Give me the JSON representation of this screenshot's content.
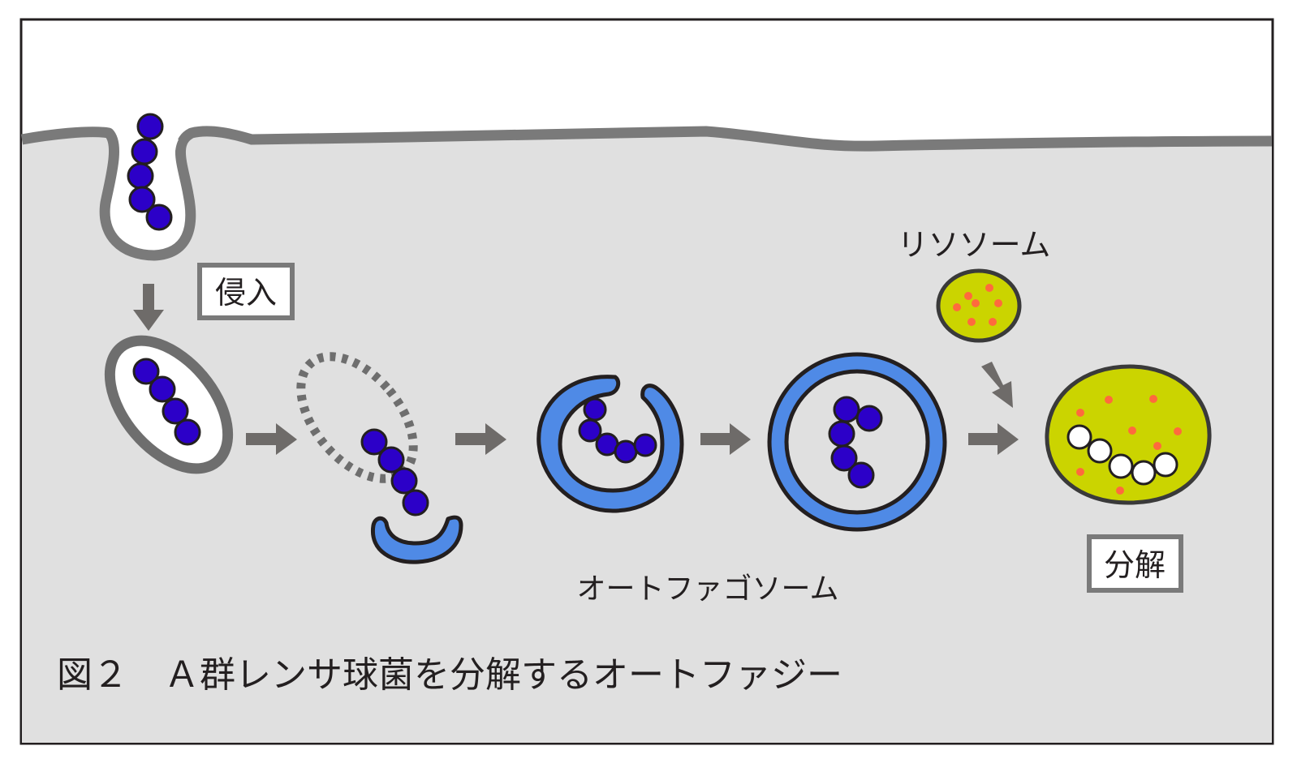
{
  "labels": {
    "invasion": "侵入",
    "lysosome": "リソソーム",
    "autophagosome": "オートファゴソーム",
    "degradation": "分解"
  },
  "caption": "図２　Ａ群レンサ球菌を分解するオートファジー",
  "colors": {
    "cytoplasm": "#e0e0e0",
    "membrane": "#7a7a7a",
    "bacteria": "#2c00c8",
    "isolation_membrane": "#4f8ae6",
    "lysosome_fill": "#cbd400",
    "lysosome_dots": "#ff6a3d",
    "outline": "#3a3a3a"
  }
}
